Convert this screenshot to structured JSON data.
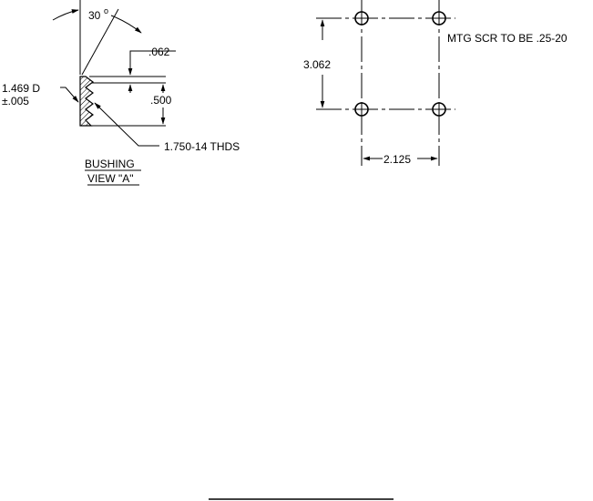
{
  "bushing": {
    "angle": "30",
    "angle_unit": "o",
    "dim_top": ".062",
    "dim_diameter": "1.469 D",
    "dim_tolerance": "±.005",
    "dim_length": ".500",
    "thread_callout": "1.750-14 THDS",
    "view_title_1": "BUSHING",
    "view_title_2": "VIEW \"A\""
  },
  "mounting": {
    "dim_vertical": "3.062",
    "dim_horizontal": "2.125",
    "note": "MTG SCR TO BE .25-20"
  }
}
